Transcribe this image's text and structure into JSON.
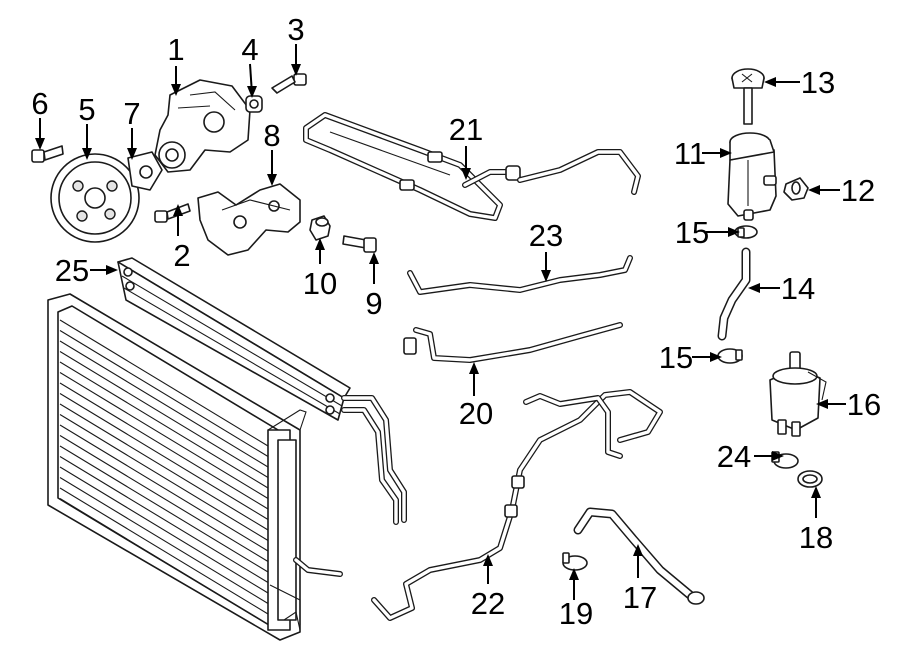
{
  "diagram": {
    "callouts": [
      {
        "id": "1",
        "label": "1"
      },
      {
        "id": "2",
        "label": "2"
      },
      {
        "id": "3",
        "label": "3"
      },
      {
        "id": "4",
        "label": "4"
      },
      {
        "id": "5",
        "label": "5"
      },
      {
        "id": "6",
        "label": "6"
      },
      {
        "id": "7",
        "label": "7"
      },
      {
        "id": "8",
        "label": "8"
      },
      {
        "id": "9",
        "label": "9"
      },
      {
        "id": "10",
        "label": "10"
      },
      {
        "id": "11",
        "label": "11"
      },
      {
        "id": "12",
        "label": "12"
      },
      {
        "id": "13",
        "label": "13"
      },
      {
        "id": "14",
        "label": "14"
      },
      {
        "id": "15a",
        "label": "15"
      },
      {
        "id": "15b",
        "label": "15"
      },
      {
        "id": "16",
        "label": "16"
      },
      {
        "id": "17",
        "label": "17"
      },
      {
        "id": "18",
        "label": "18"
      },
      {
        "id": "19",
        "label": "19"
      },
      {
        "id": "20",
        "label": "20"
      },
      {
        "id": "21",
        "label": "21"
      },
      {
        "id": "22",
        "label": "22"
      },
      {
        "id": "23",
        "label": "23"
      },
      {
        "id": "24",
        "label": "24"
      },
      {
        "id": "25",
        "label": "25"
      }
    ]
  }
}
